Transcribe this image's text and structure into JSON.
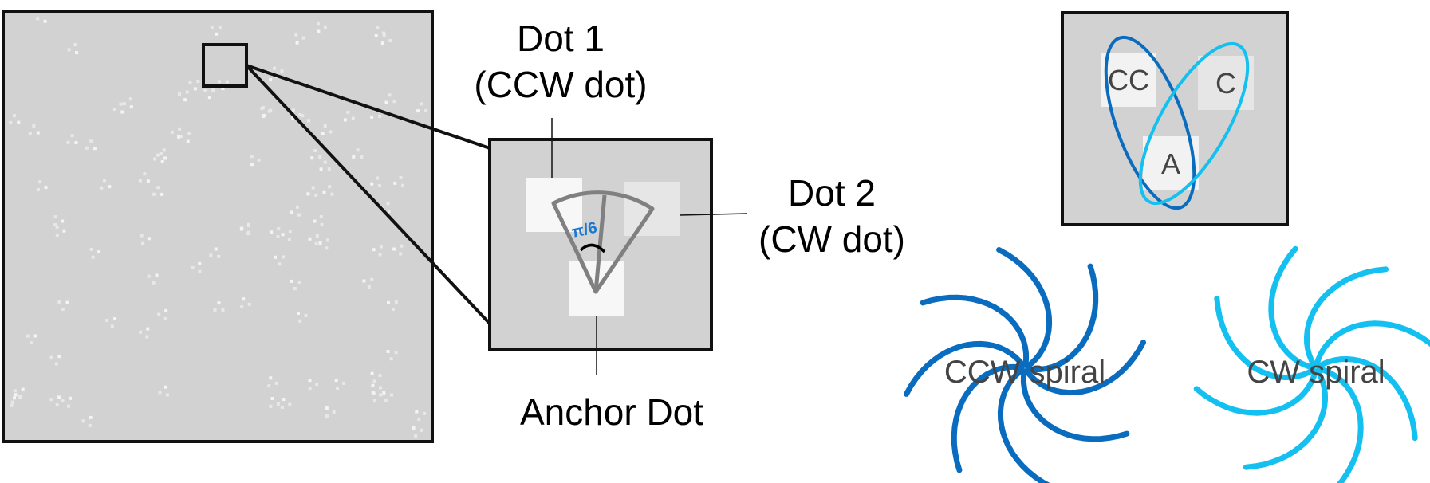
{
  "colors": {
    "panel_bg": "#d2d2d2",
    "dot": "#f2f2f2",
    "frame": "#111111",
    "wedge": "#808080",
    "ccw_blue": "#0a6cbf",
    "cw_blue": "#14c0f0",
    "angle_text": "#1a78d0"
  },
  "labels": {
    "dot1_line1": "Dot 1",
    "dot1_line2": "(CCW dot)",
    "dot2_line1": "Dot 2",
    "dot2_line2": "(CW dot)",
    "anchor": "Anchor Dot",
    "angle": "π/6"
  },
  "inset": {
    "cc": "CC",
    "c": "C",
    "a": "A"
  },
  "spirals": {
    "ccw_label": "CCW spiral",
    "cw_label": "CW spiral",
    "arm_count": 8
  }
}
